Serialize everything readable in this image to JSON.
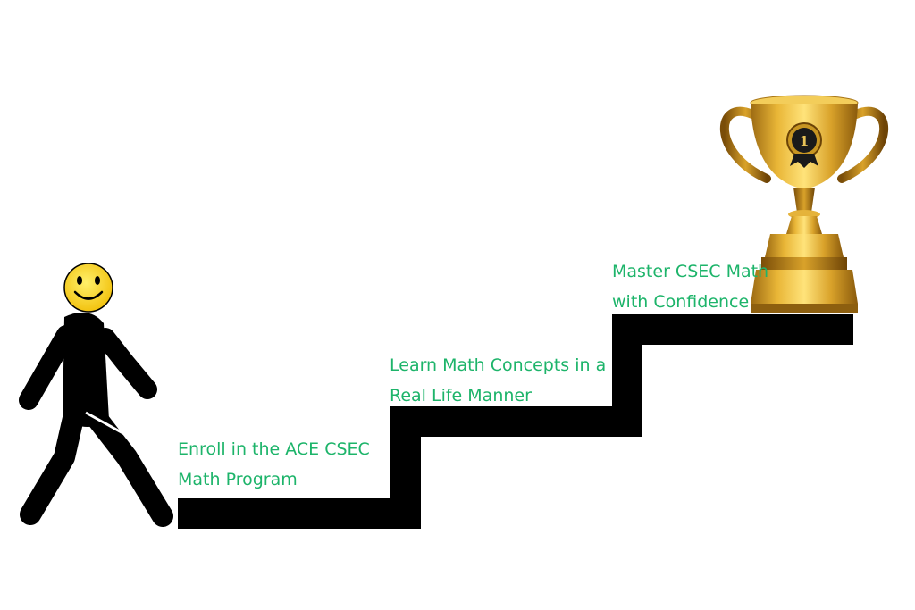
{
  "steps": [
    {
      "line1": "Enroll in the ACE CSEC",
      "line2": "Math Program"
    },
    {
      "line1": "Learn Math Concepts in a",
      "line2": "Real Life Manner"
    },
    {
      "line1": "Master CSEC Math",
      "line2": "with Confidence"
    }
  ],
  "trophy": {
    "badge_text": "1"
  },
  "colors": {
    "label_text": "#1db46a",
    "stairs": "#000000",
    "smiley_face": "#f6d21a",
    "trophy_gold": "#d9a52b"
  },
  "icons": {
    "person": "walking-person-icon",
    "face": "smiley-face-icon",
    "trophy": "trophy-icon"
  }
}
